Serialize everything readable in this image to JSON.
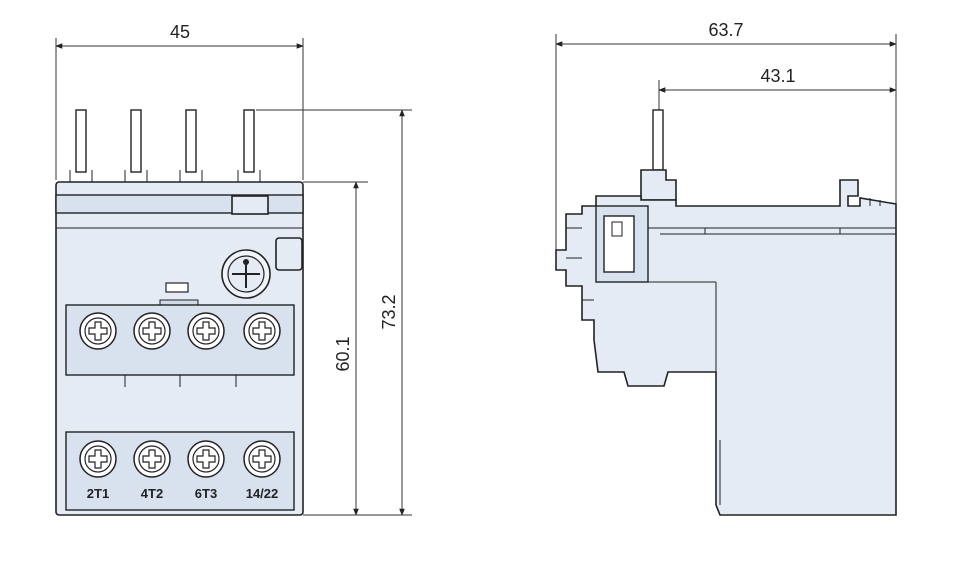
{
  "colors": {
    "body_fill": "#e4ebf4",
    "body_shade": "#d8e2ee",
    "outline": "#222222",
    "background": "#ffffff"
  },
  "dimensions": {
    "front_width": "45",
    "front_height_total": "73.2",
    "front_height_body": "60.1",
    "side_depth_total": "63.7",
    "side_depth_partial": "43.1"
  },
  "terminals": [
    "2T1",
    "4T2",
    "6T3",
    "14/22"
  ]
}
